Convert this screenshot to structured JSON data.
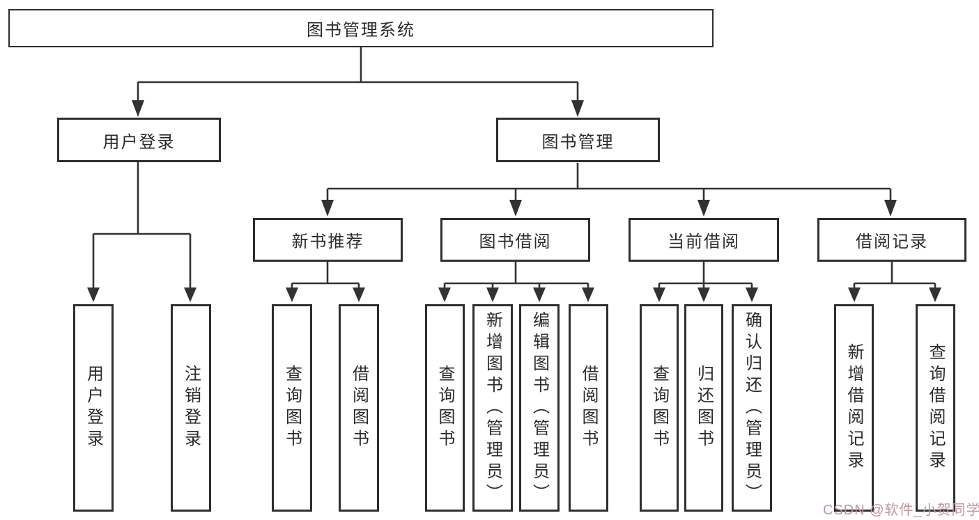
{
  "tree": {
    "root": {
      "label": "图书管理系统"
    },
    "user_login": {
      "label": "用户登录",
      "children": [
        {
          "label": "用户登录"
        },
        {
          "label": "注销登录"
        }
      ]
    },
    "book_management": {
      "label": "图书管理",
      "children": [
        {
          "label": "新书推荐",
          "children": [
            {
              "label": "查询图书"
            },
            {
              "label": "借阅图书"
            }
          ]
        },
        {
          "label": "图书借阅",
          "children": [
            {
              "label": "查询图书"
            },
            {
              "label": "新增图书（管理员）"
            },
            {
              "label": "编辑图书（管理员）"
            },
            {
              "label": "借阅图书"
            }
          ]
        },
        {
          "label": "当前借阅",
          "children": [
            {
              "label": "查询图书"
            },
            {
              "label": "归还图书"
            },
            {
              "label": "确认归还（管理员）"
            }
          ]
        },
        {
          "label": "借阅记录",
          "children": [
            {
              "label": "新增借阅记录"
            },
            {
              "label": "查询借阅记录"
            }
          ]
        }
      ]
    }
  },
  "watermark": {
    "text": "CSDN @软件_小贺同学",
    "color": "#c0969c"
  },
  "colors": {
    "line": "#323232",
    "box_border": "#2e2e2e",
    "text": "#2b2b2b",
    "background": "#ffffff"
  }
}
